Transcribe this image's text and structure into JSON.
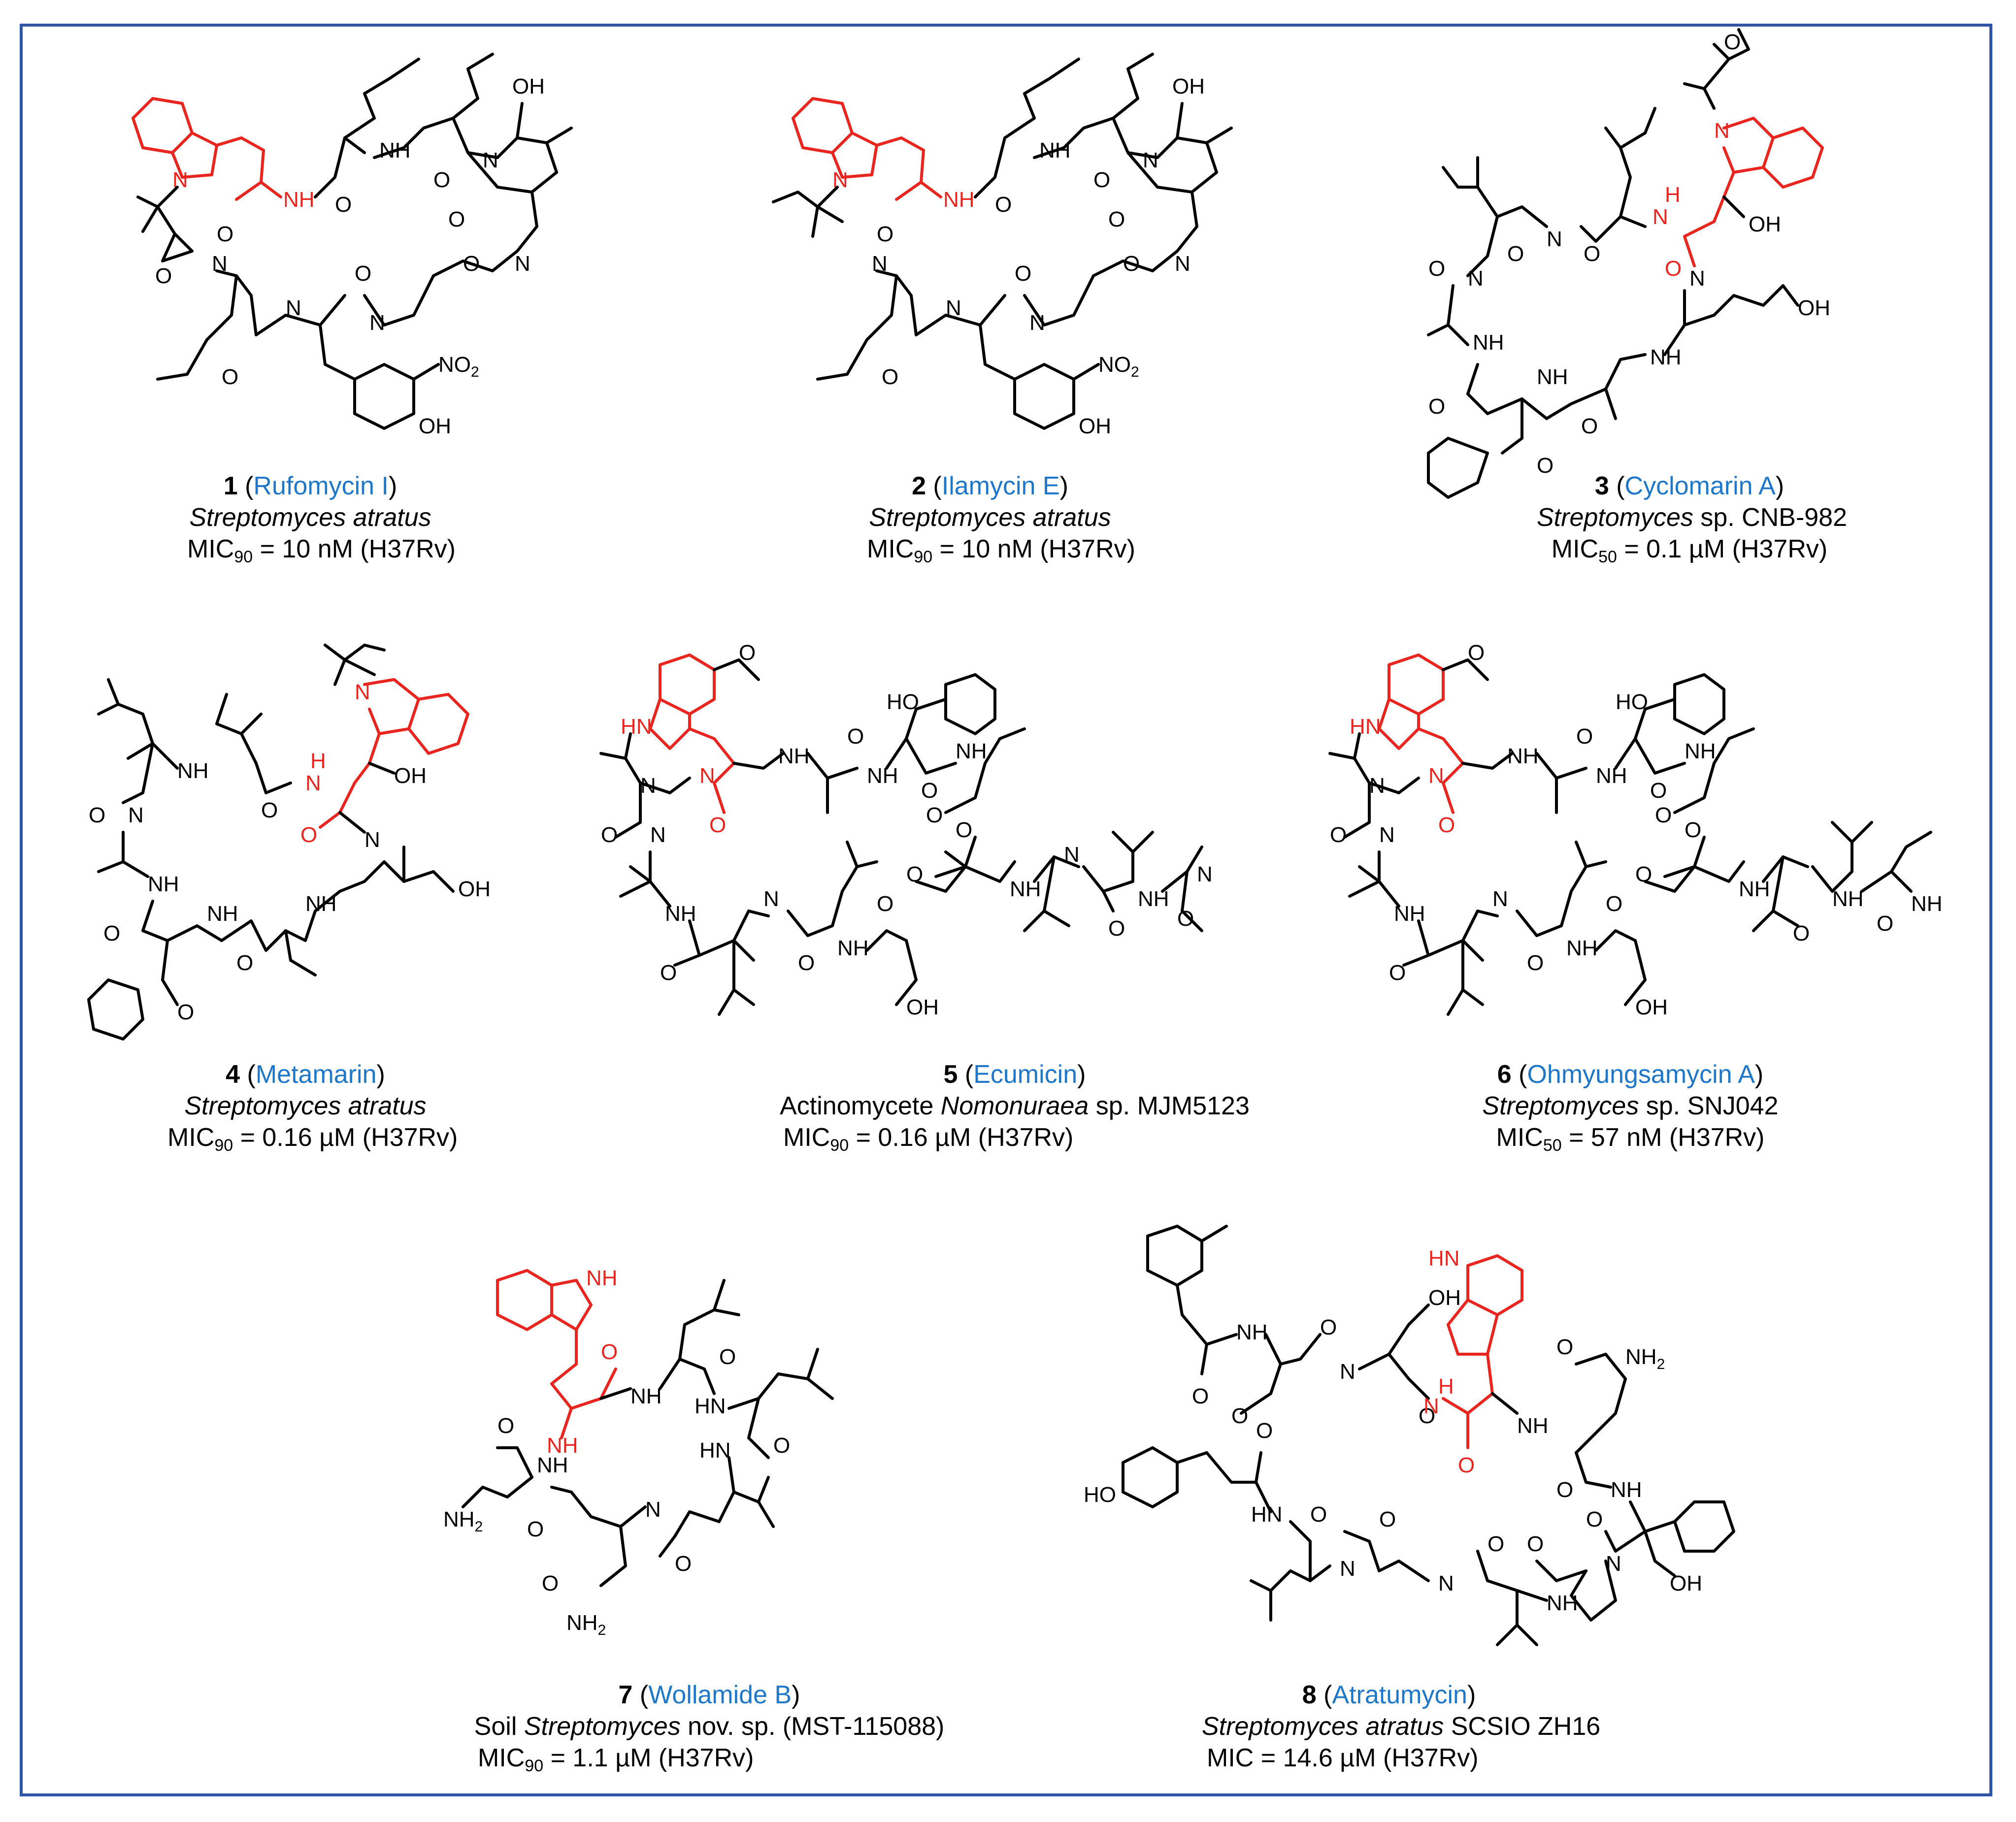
{
  "colors": {
    "frame": "#2f55a4",
    "highlight": "#e8261f",
    "name_link": "#1f77c9"
  },
  "compounds": [
    {
      "number": "1",
      "name": "Rufomycin I",
      "organism": "Streptomyces atratus",
      "organism_suffix": "",
      "mic_label": "MIC",
      "mic_sub": "90",
      "mic_value": " = 10 nM (H37Rv)"
    },
    {
      "number": "2",
      "name": "Ilamycin E",
      "organism": "Streptomyces atratus",
      "organism_suffix": "",
      "mic_label": "MIC",
      "mic_sub": "90",
      "mic_value": " = 10 nM (H37Rv)"
    },
    {
      "number": "3",
      "name": "Cyclomarin A",
      "organism": "Streptomyces",
      "organism_suffix": " sp. CNB-982",
      "mic_label": "MIC",
      "mic_sub": "50",
      "mic_value": " = 0.1 µM (H37Rv)"
    },
    {
      "number": "4",
      "name": "Metamarin",
      "organism": "Streptomyces atratus",
      "organism_suffix": "",
      "mic_label": "MIC",
      "mic_sub": "90",
      "mic_value": " = 0.16 µM (H37Rv)"
    },
    {
      "number": "5",
      "name": "Ecumicin",
      "organism_prefix": "Actinomycete ",
      "organism": "Nomonuraea",
      "organism_suffix": " sp. MJM5123",
      "mic_label": "MIC",
      "mic_sub": "90",
      "mic_value": " = 0.16 µM (H37Rv)"
    },
    {
      "number": "6",
      "name": "Ohmyungsamycin A",
      "organism": "Streptomyces",
      "organism_suffix": " sp. SNJ042",
      "mic_label": "MIC",
      "mic_sub": "50",
      "mic_value": " = 57 nM (H37Rv)"
    },
    {
      "number": "7",
      "name": "Wollamide B",
      "organism_prefix": "Soil ",
      "organism": "Streptomyces",
      "organism_suffix": " nov. sp. (MST-115088)",
      "mic_label": "MIC",
      "mic_sub": "90",
      "mic_value": " = 1.1 µM (H37Rv)"
    },
    {
      "number": "8",
      "name": "Atratumycin",
      "organism": "Streptomyces atratus",
      "organism_suffix": " SCSIO ZH16",
      "mic_label": "MIC",
      "mic_sub": "",
      "mic_value": " = 14.6 µM (H37Rv)"
    }
  ],
  "atom_labels": {
    "N": "N",
    "NH": "NH",
    "HN": "HN",
    "O": "O",
    "OH": "OH",
    "HO": "HO",
    "NO2": "NO",
    "two": "2",
    "NH2": "NH",
    "H": "H"
  }
}
